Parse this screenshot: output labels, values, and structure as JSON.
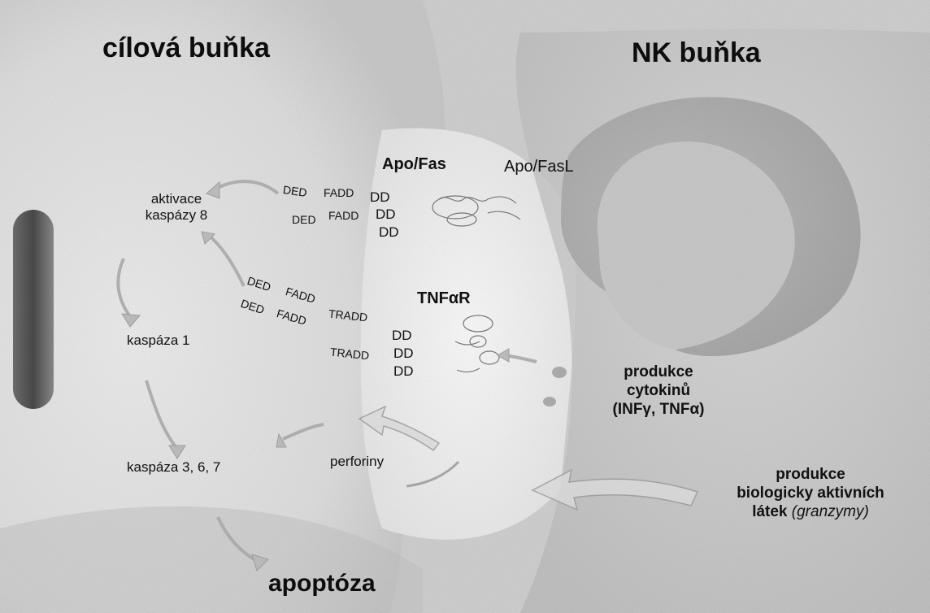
{
  "labels": {
    "target_cell": "cílová buňka",
    "nk_cell": "NK buňka",
    "apo_fas": "Apo/Fas",
    "apo_fasl": "Apo/FasL",
    "tnfar": "TNFαR",
    "activation_line1": "aktivace",
    "activation_line2": "kaspázy 8",
    "caspase1": "kaspáza 1",
    "caspase367": "kaspáza 3, 6, 7",
    "perforins": "perforiny",
    "apoptosis": "apoptóza",
    "cytokines_line1": "produkce",
    "cytokines_line2": "cytokinů",
    "cytokines_line3": "(INFγ, TNFα)",
    "bio_line1": "produkce",
    "bio_line2": "biologicky aktivních",
    "bio_line3_plain": "látek",
    "bio_line3_italic": "(granzymy)"
  },
  "domains": {
    "ded": "DED",
    "fadd": "FADD",
    "dd": "DD",
    "tradd": "TRADD"
  }
}
